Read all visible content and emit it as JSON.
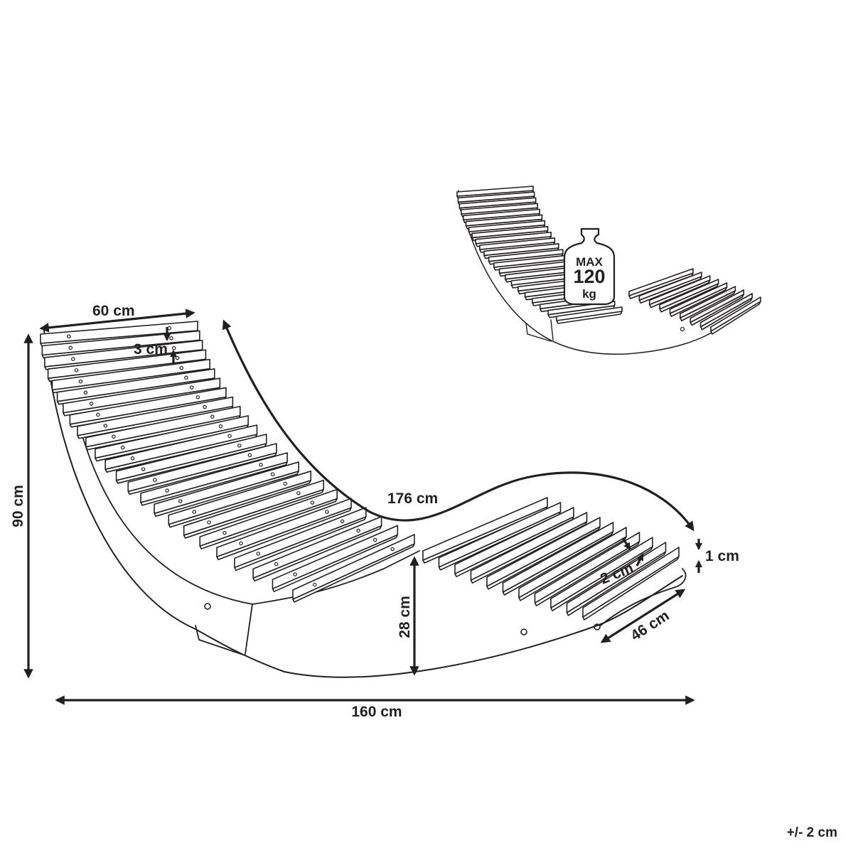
{
  "dimensions": {
    "width_top": "60 cm",
    "slat_gap_back": "3 cm",
    "height": "90 cm",
    "curve_length": "176 cm",
    "seat_height": "28 cm",
    "length": "160 cm",
    "slat_gap_front": "2 cm",
    "slat_thickness": "1 cm",
    "width_front": "46 cm"
  },
  "max_load": {
    "line1": "MAX",
    "line2": "120",
    "line3": "kg",
    "icon": "weight-icon"
  },
  "tolerance": "+/- 2 cm",
  "colors": {
    "line": "#231f20",
    "background": "#ffffff"
  }
}
